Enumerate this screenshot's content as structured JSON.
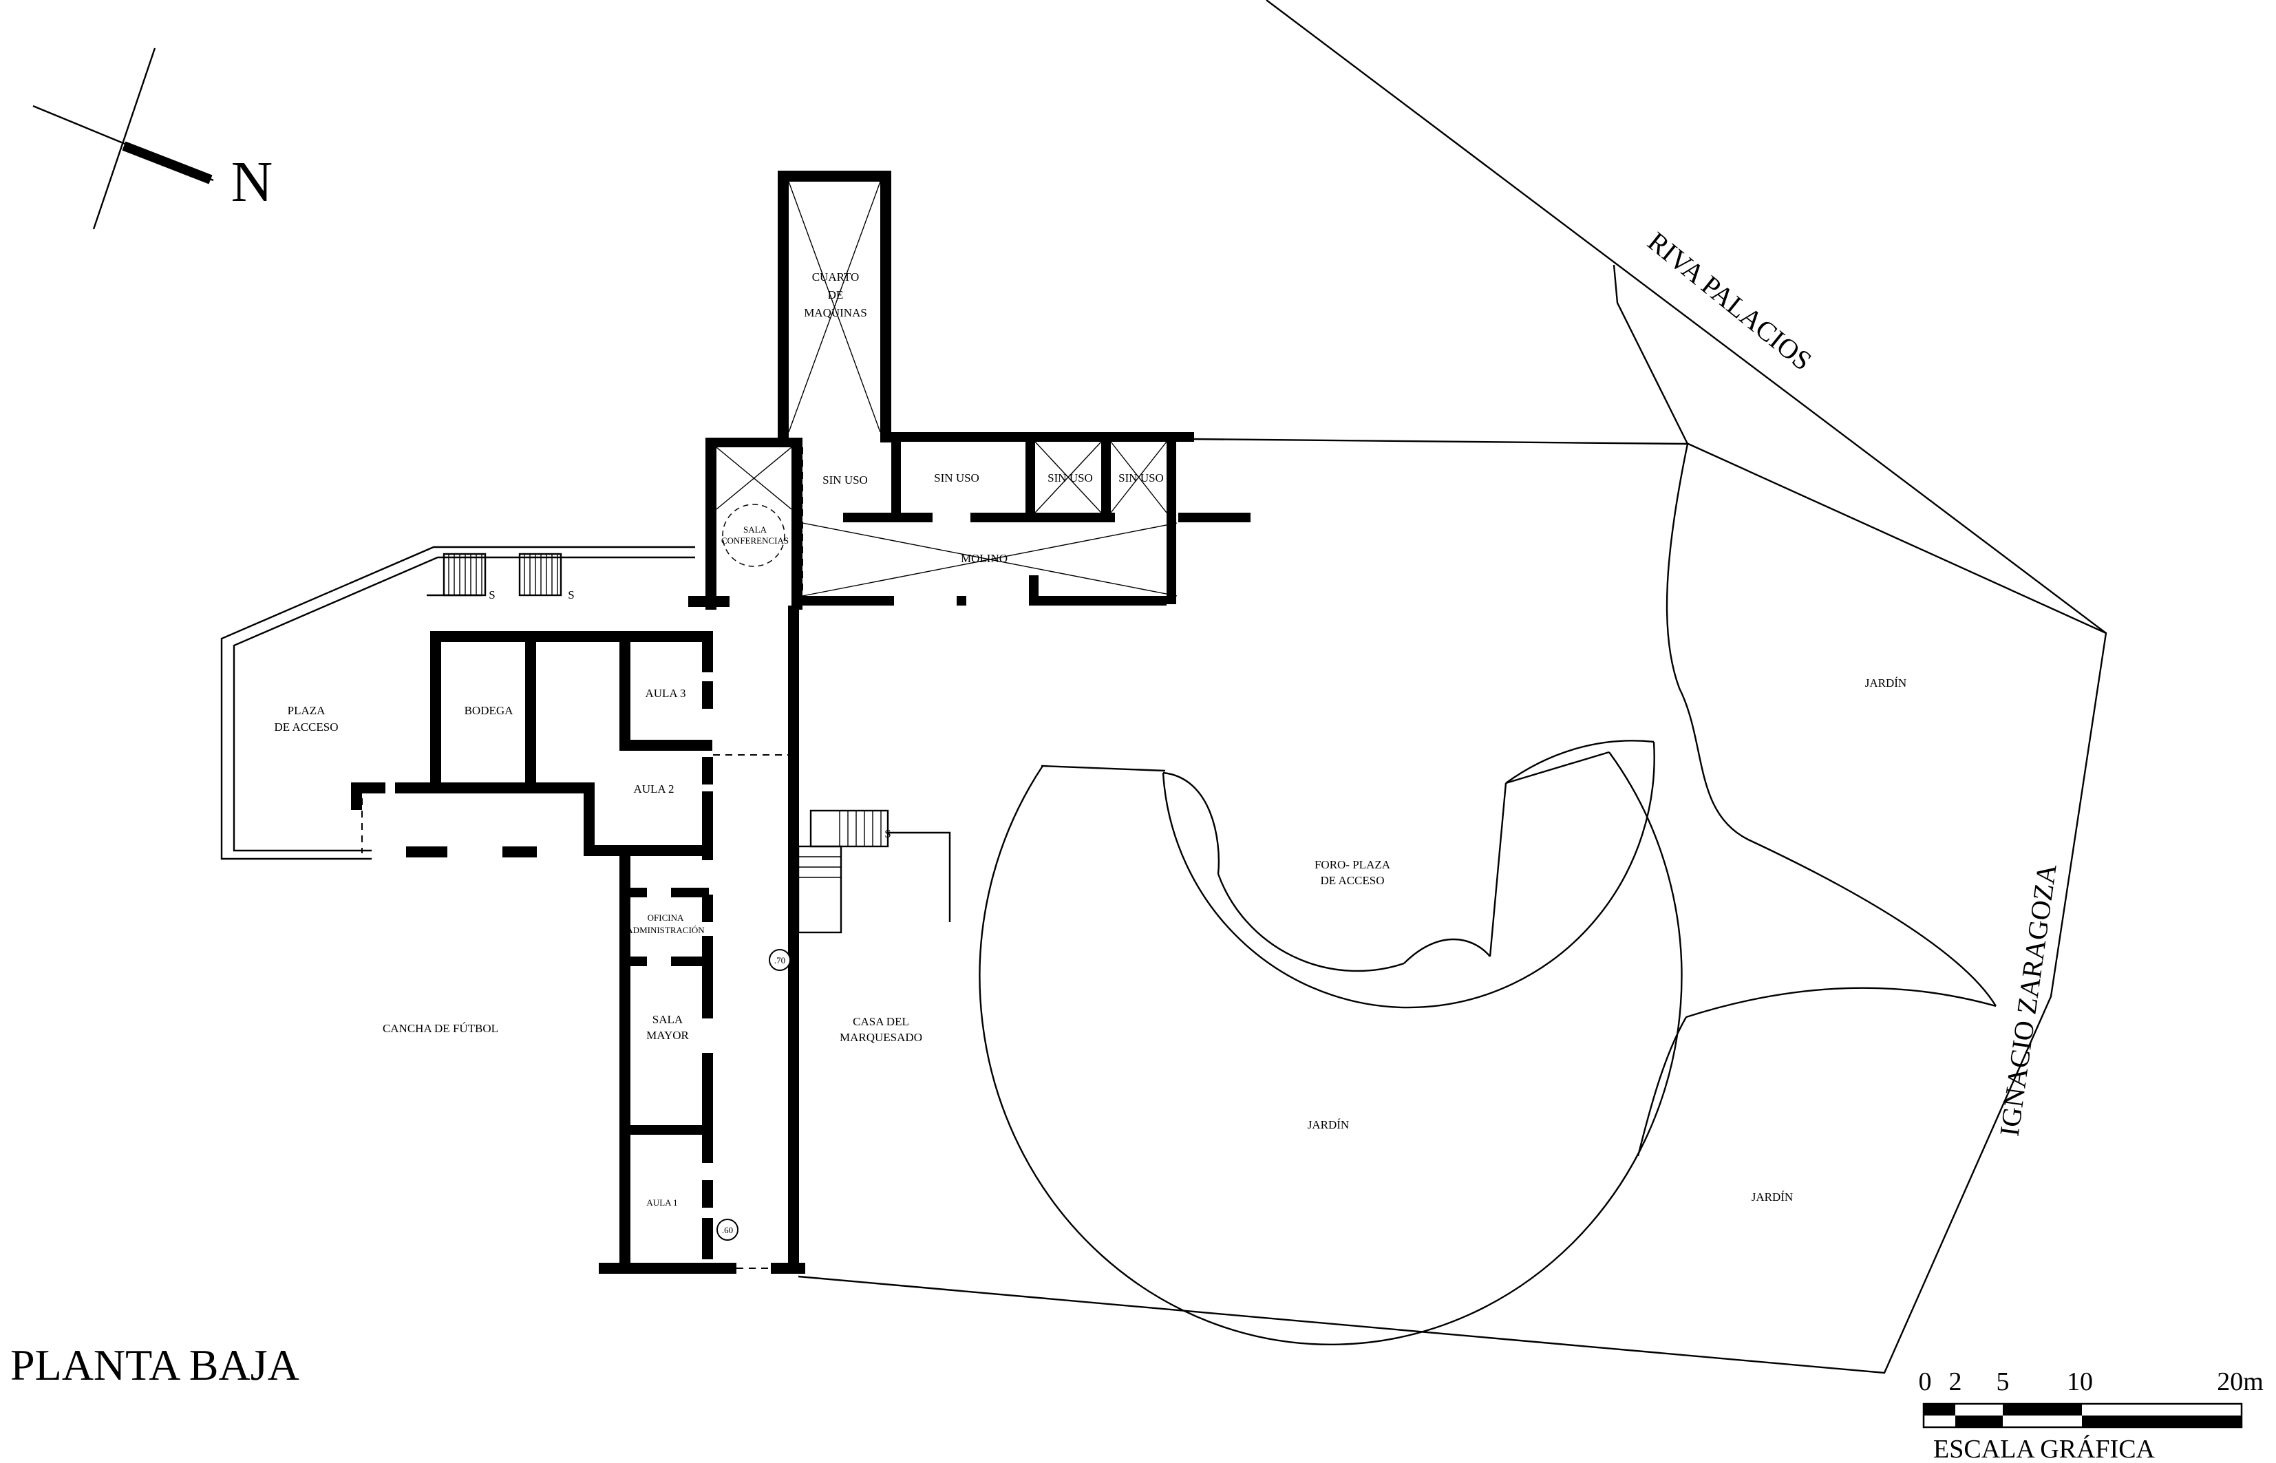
{
  "title": "PLANTA BAJA",
  "north_label": "N",
  "streets": [
    "RIVA PALACIOS",
    "IGNACIO ZARAGOZA"
  ],
  "rooms": {
    "cuarto_maquinas": [
      "CUARTO",
      "DE",
      "MAQUINAS"
    ],
    "sin_uso": "SIN USO",
    "sala_conferencias": [
      "SALA",
      "CONFERENCIAS"
    ],
    "molino": "MOLINO",
    "plaza_acceso": [
      "PLAZA",
      "DE ACCESO"
    ],
    "bodega": "BODEGA",
    "aula_3": "AULA 3",
    "aula_2": "AULA 2",
    "oficina": [
      "OFICINA",
      "ADMINISTRACIÓN"
    ],
    "sala_mayor": [
      "SALA",
      "MAYOR"
    ],
    "aula_1": "AULA 1",
    "cancha": "CANCHA DE FÚTBOL",
    "casa": [
      "CASA DEL",
      "MARQUESADO"
    ],
    "foro": [
      "FORO- PLAZA",
      "DE ACCESO"
    ],
    "jardin": "JARDÍN"
  },
  "stair_marker": "S",
  "levels": [
    ".70",
    ".60"
  ],
  "scale": {
    "ticks": [
      "0",
      "2",
      "5",
      "10",
      "20m"
    ],
    "caption": "ESCALA GRÁFICA"
  }
}
